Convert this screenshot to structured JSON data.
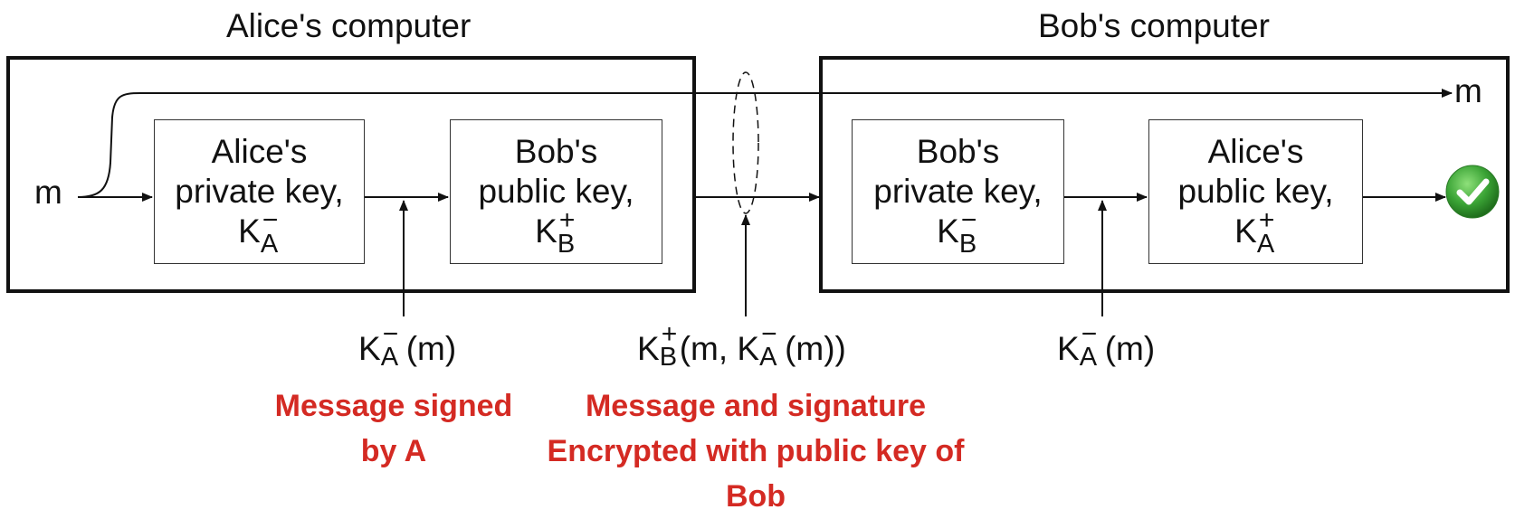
{
  "alice": {
    "title": "Alice's computer",
    "box1": {
      "line1": "Alice's",
      "line2": "private key,",
      "key_letter": "K",
      "key_sup": "−",
      "key_sub": "A"
    },
    "box2": {
      "line1": "Bob's",
      "line2": "public key,",
      "key_letter": "K",
      "key_sup": "+",
      "key_sub": "B"
    }
  },
  "bob": {
    "title": "Bob's computer",
    "box1": {
      "line1": "Bob's",
      "line2": "private key,",
      "key_letter": "K",
      "key_sup": "−",
      "key_sub": "B"
    },
    "box2": {
      "line1": "Alice's",
      "line2": "public key,",
      "key_letter": "K",
      "key_sup": "+",
      "key_sub": "A"
    }
  },
  "message_in": "m",
  "message_out": "m",
  "formulas": {
    "signed": {
      "letter": "K",
      "sup": "−",
      "sub": "A",
      "rest": "(m)"
    },
    "encrypted": {
      "letter": "K",
      "sup": "+",
      "sub": "B",
      "mid": "(m, ",
      "inner_letter": "K",
      "inner_sup": "−",
      "inner_sub": "A",
      "rest": "(m))"
    },
    "decrypted": {
      "letter": "K",
      "sup": "−",
      "sub": "A",
      "rest": "(m)"
    }
  },
  "notes": {
    "signed": [
      "Message signed",
      "by A"
    ],
    "encrypted": [
      "Message and signature",
      "Encrypted with public key of",
      "Bob"
    ]
  },
  "colors": {
    "note": "#d42a23",
    "check": "#3aa335"
  },
  "icons": {
    "verify": "checkmark-icon"
  }
}
